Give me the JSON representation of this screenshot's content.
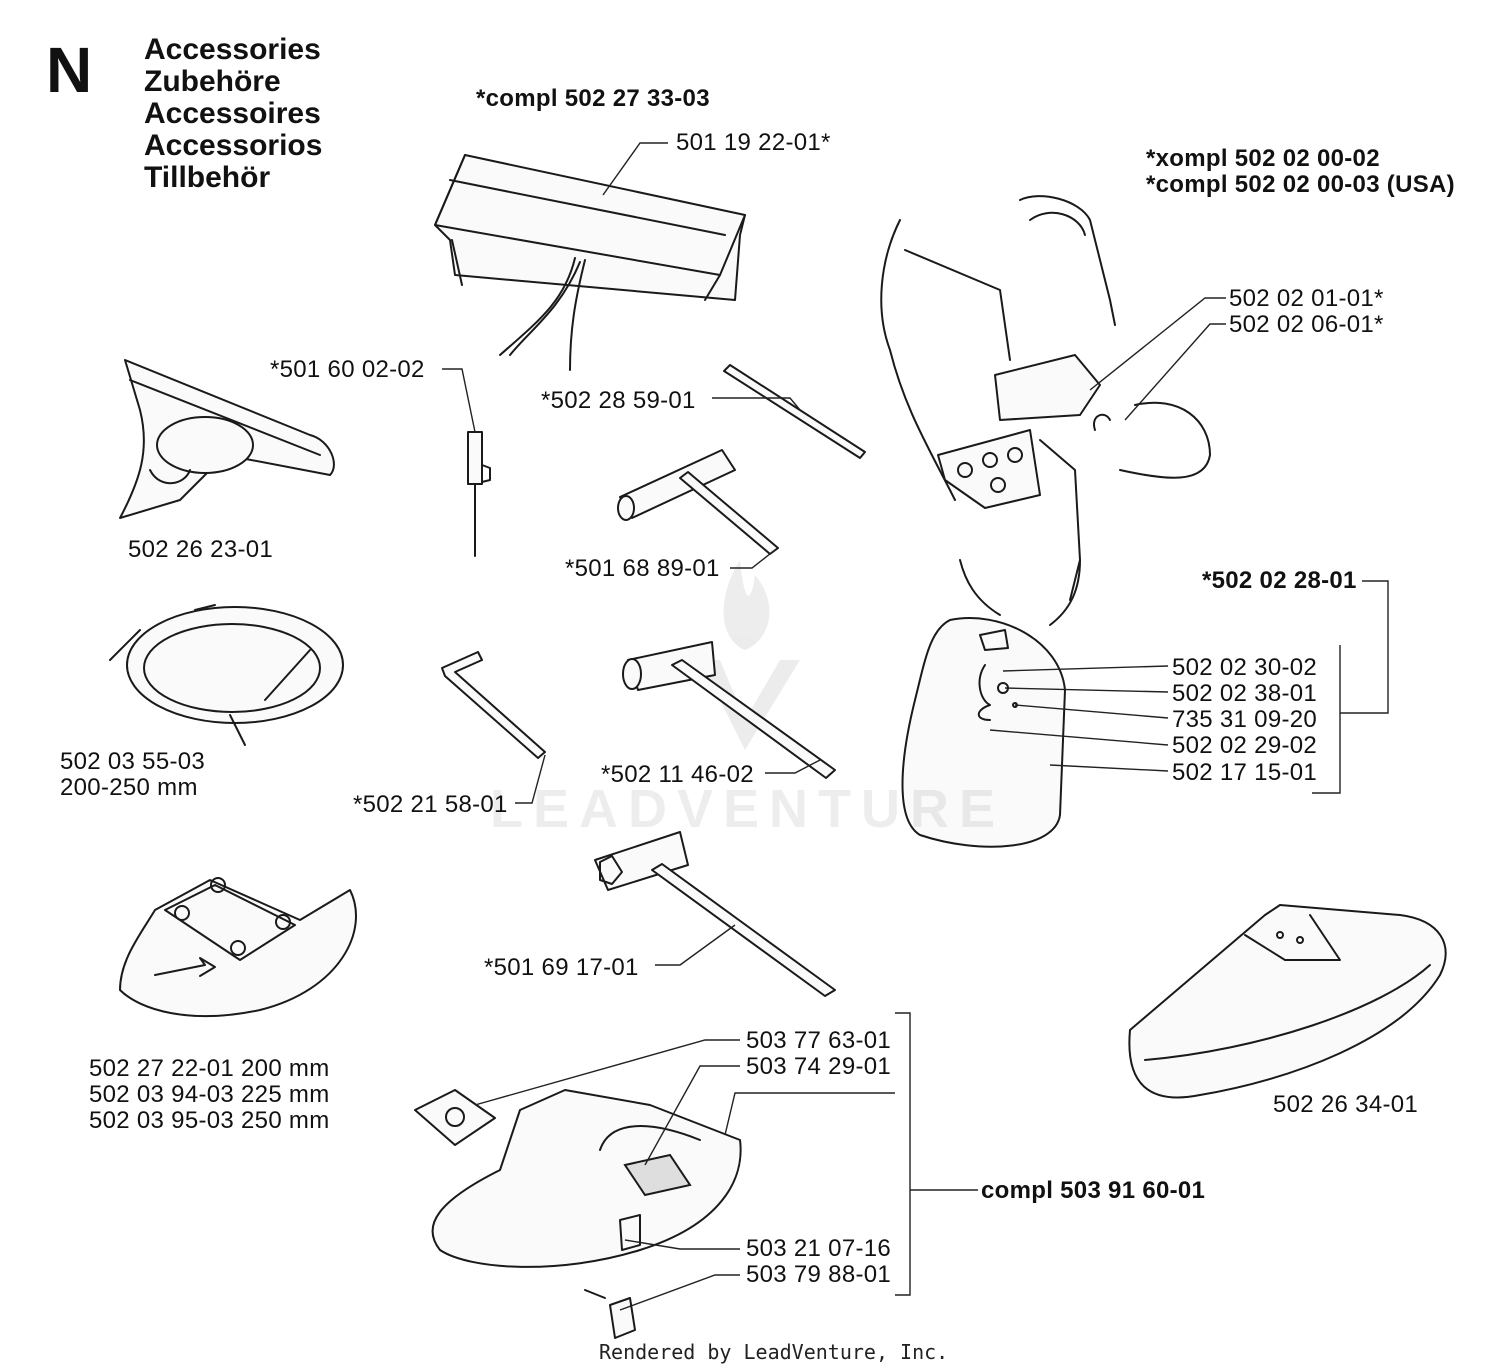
{
  "section": {
    "letter": "N",
    "titles": [
      "Accessories",
      "Zubehöre",
      "Accessoires",
      "Accessorios",
      "Tillbehör"
    ]
  },
  "labels": {
    "compl_bag": "*compl 502 27 33-03",
    "bag": "501 19 22-01*",
    "xompl_harness": "*xompl 502 02 00-02",
    "compl_harness_usa": "*compl 502 02 00-03 (USA)",
    "harness_pad": "502 02 01-01*",
    "harness_hook": "502 02 06-01*",
    "tool_501_60": "*501 60 02-02",
    "rod_502_28": "*502 28 59-01",
    "blade_guard_tri": "502 26 23-01",
    "wrench_501_68": "*501 68 89-01",
    "hip_pad_kit": "*502 02 28-01",
    "hip_30": "502 02 30-02",
    "hip_38": "502 02 38-01",
    "hip_735": "735 31 09-20",
    "hip_29": "502 02 29-02",
    "hip_17": "502 17 15-01",
    "trim_guard_code": "502 03 55-03",
    "trim_guard_size": "200-250 mm",
    "hex_key": "*502 21 58-01",
    "wrench_502_11": "*502 11 46-02",
    "wrench_501_69": "*501 69 17-01",
    "guard_200": "502 27 22-01 200 mm",
    "guard_225": "502 03 94-03 225 mm",
    "guard_250": "502 03 95-03 250 mm",
    "blade_guard_big": "502 26 34-01",
    "plate_503_77": "503 77 63-01",
    "decal_503_74": "503 74 29-01",
    "compl_guard": "compl 503 91 60-01",
    "screw_503_21": "503 21 07-16",
    "knife_503_79": "503 79 88-01"
  },
  "watermark": "LEADVENTURE",
  "footer": "Rendered by LeadVenture, Inc."
}
